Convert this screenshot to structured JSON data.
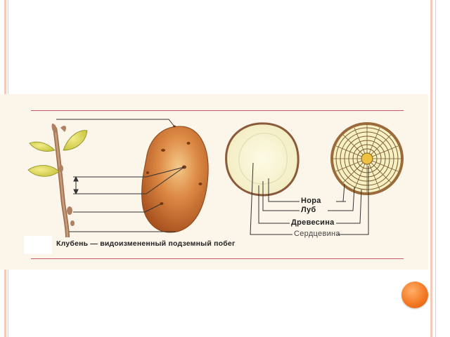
{
  "slide": {
    "caption": "Клубень — видоизмененный подземный побег",
    "labels": {
      "nora": "Нора",
      "lub": "Луб",
      "drevesina": "Древесина",
      "serdcevina": "Сердцевина"
    }
  },
  "colors": {
    "panel": "#fbf5ea",
    "rule_lines": "#c85a6a",
    "potato": "#c87036",
    "nav_button": "#f47a24"
  },
  "icons": {
    "nav": "orange-circle-icon"
  }
}
